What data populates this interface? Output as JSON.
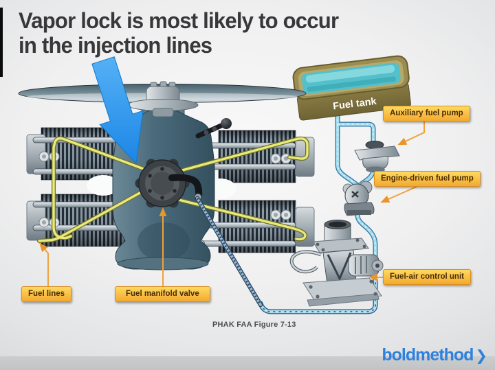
{
  "title": {
    "line1": "Vapor lock is most likely to occur",
    "line2": "in the injection lines"
  },
  "diagram": {
    "tank_label": "Fuel tank",
    "callouts": {
      "auxiliary_pump": "Auxiliary fuel pump",
      "engine_driven_pump": "Engine-driven fuel pump",
      "fuel_air_control_unit": "Fuel-air control unit",
      "fuel_lines": "Fuel lines",
      "fuel_manifold_valve": "Fuel manifold valve"
    }
  },
  "caption": "PHAK FAA Figure 7-13",
  "brand": {
    "name": "boldmethod",
    "chevron": "❯"
  },
  "colors": {
    "arrow_blue": "#2d9bf0",
    "callout_gradient_top": "#ffd95f",
    "callout_gradient_bottom": "#f3a930",
    "callout_text": "#4a2d06",
    "leader_orange": "#efa23c",
    "fuel_line_yellow": "#e9ea79",
    "fuel_supply_cyan": "#a5dcee",
    "tank_olive": "#9b8d4f",
    "tank_water": "#54c0cb",
    "brand_blue": "#2f81dd",
    "title_text": "#38383a"
  }
}
